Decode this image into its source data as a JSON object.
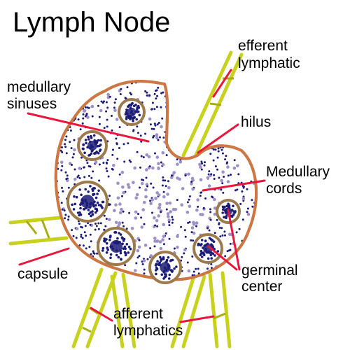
{
  "title": "Lymph Node",
  "labels": {
    "efferent_l1": "efferent",
    "efferent_l2": "lymphatic",
    "medullary_sinuses_l1": "medullary",
    "medullary_sinuses_l2": "sinuses",
    "hilus": "hilus",
    "medullary_cords_l1": "Medullary",
    "medullary_cords_l2": "cords",
    "capsule": "capsule",
    "germinal_l1": "germinal",
    "germinal_l2": "center",
    "afferent_l1": "afferent",
    "afferent_l2": "lymphatics"
  },
  "colors": {
    "capsule": "#cc7744",
    "vessel": "#c8d21e",
    "vessel_edge": "#a7ad10",
    "pointer": "#e8173c",
    "germinal_ring": "#9c7a4c",
    "cell_dark": "#1c1c78",
    "cell_light": "#9f91c8"
  }
}
